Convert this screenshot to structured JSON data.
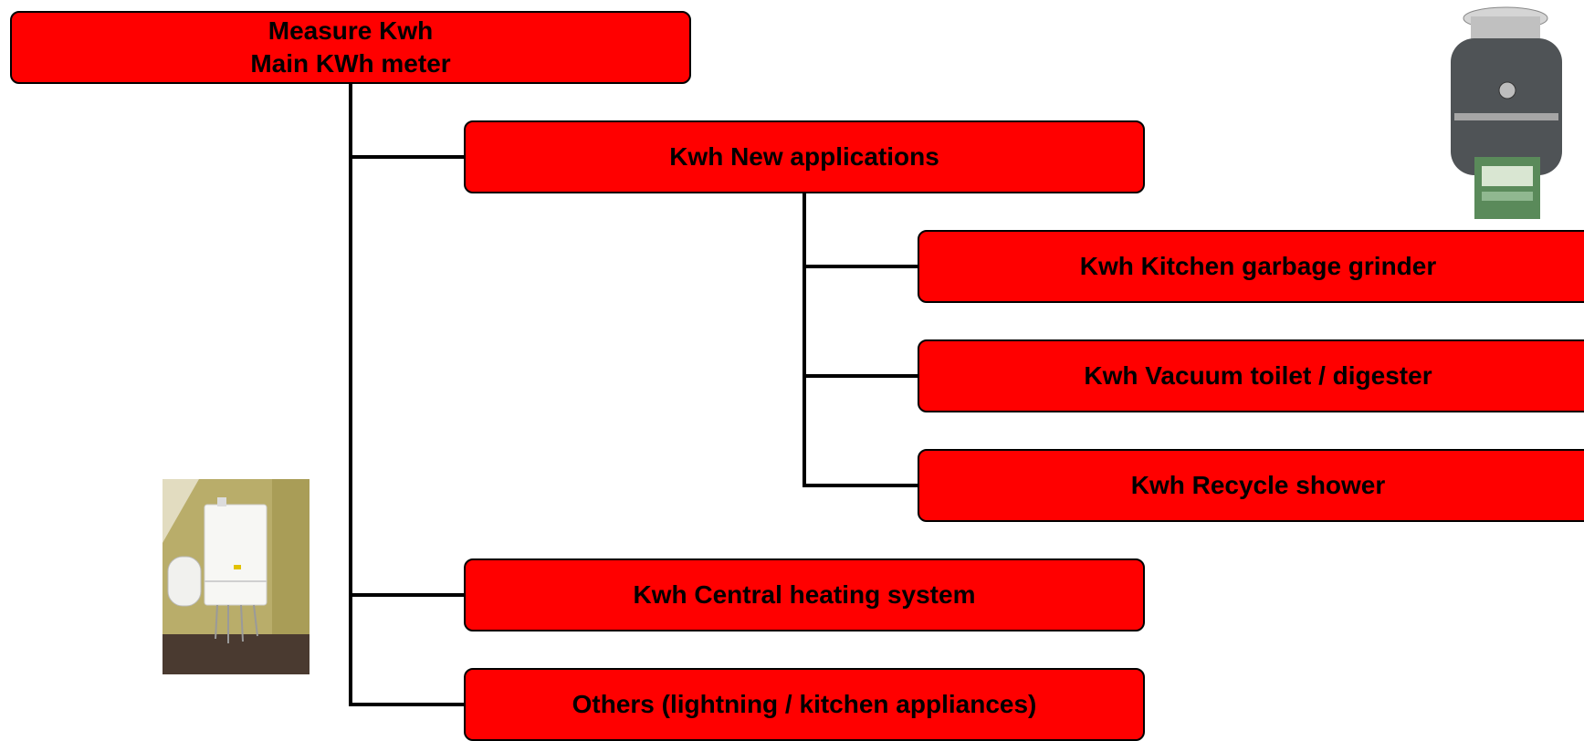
{
  "diagram": {
    "root": {
      "line1": "Measure Kwh",
      "line2": "Main KWh meter"
    },
    "new_applications": "Kwh New applications",
    "kitchen_grinder": "Kwh Kitchen garbage grinder",
    "vacuum_toilet": "Kwh Vacuum toilet / digester",
    "recycle_shower": "Kwh Recycle shower",
    "central_heating": "Kwh Central heating system",
    "others": "Others (lightning / kitchen appliances)"
  },
  "colors": {
    "node_fill": "#ff0000",
    "node_border": "#000000",
    "connector": "#000000"
  },
  "images": {
    "boiler": "wall-mounted-boiler-photo",
    "grinder": "garbage-disposal-unit-photo"
  }
}
